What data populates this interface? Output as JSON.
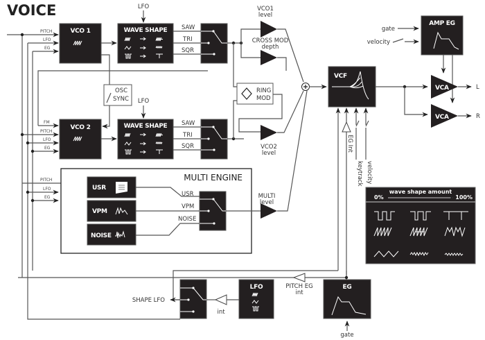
{
  "title": "VOICE",
  "blocks": {
    "vco1": "VCO 1",
    "vco2": "VCO 2",
    "wave_shape_1": "WAVE SHAPE",
    "wave_shape_2": "WAVE SHAPE",
    "vcf": "VCF",
    "amp_eg": "AMP EG",
    "vca_l": "VCA",
    "vca_r": "VCA",
    "lfo": "LFO",
    "eg": "EG",
    "usr": "USR",
    "vpm": "VPM",
    "noise": "NOISE"
  },
  "labels": {
    "lfo_top1": "LFO",
    "lfo_top2": "LFO",
    "pitch": "PITCH",
    "lfo": "LFO",
    "eg": "EG",
    "fm": "FM",
    "saw": "SAW",
    "tri": "TRI",
    "sqr": "SQR",
    "osc": "OSC",
    "sync": "SYNC",
    "ring": "RING",
    "mod": "MOD",
    "vco1_level_1": "VCO1",
    "vco1_level_2": "level",
    "cross_mod_1": "CROSS MOD",
    "cross_mod_2": "depth",
    "vco2_level_1": "VCO2",
    "vco2_level_2": "level",
    "multi_level_1": "MULTI",
    "multi_level_2": "level",
    "multi_engine": "MULTI ENGINE",
    "m_usr": "USR",
    "m_vpm": "VPM",
    "m_noise": "NOISE",
    "gate_top": "gate",
    "velocity_top": "velocity",
    "out_l": "L",
    "out_r": "R",
    "eg_int": "EG Int",
    "keytrack": "keytrack",
    "velocity_vcf": "velocity",
    "pitch_eg_1": "PITCH EG",
    "pitch_eg_2": "int",
    "shape_lfo": "SHAPE LFO",
    "int": "int",
    "gate_bottom": "gate"
  },
  "legend": {
    "start": "0%",
    "title": "wave shape amount",
    "end": "100%"
  }
}
